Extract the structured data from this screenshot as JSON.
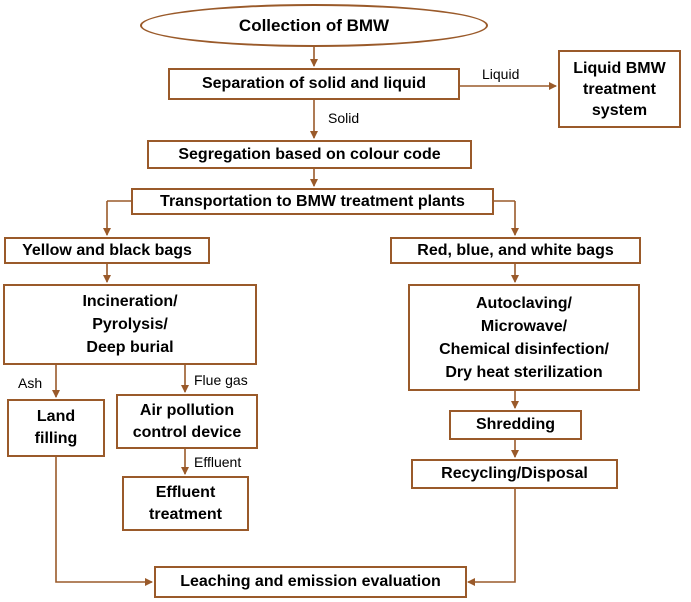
{
  "nodes": {
    "collection": "Collection of BMW",
    "separation": "Separation of solid and liquid",
    "liquid_system": "Liquid BMW\ntreatment\nsystem",
    "segregation": "Segregation based on colour code",
    "transport": "Transportation to BMW treatment plants",
    "yellow_black": "Yellow and black bags",
    "red_blue_white": "Red, blue, and white bags",
    "incineration": "Incineration/\nPyrolysis/\nDeep burial",
    "autoclaving": "Autoclaving/\nMicrowave/\nChemical disinfection/\nDry heat sterilization",
    "land_filling": "Land\nfilling",
    "air_pollution": "Air pollution\ncontrol device",
    "effluent_treatment": "Effluent\ntreatment",
    "shredding": "Shredding",
    "recycling": "Recycling/Disposal",
    "leaching": "Leaching and emission evaluation"
  },
  "edge_labels": {
    "liquid": "Liquid",
    "solid": "Solid",
    "ash": "Ash",
    "flue_gas": "Flue gas",
    "effluent": "Effluent"
  },
  "colors": {
    "stroke": "#9a5a2a"
  }
}
